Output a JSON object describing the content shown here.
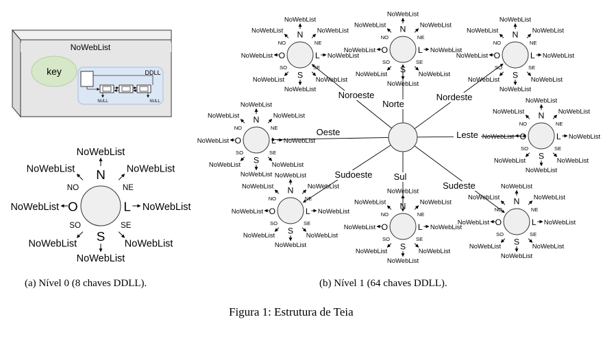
{
  "legend": {
    "title": "NoWebList",
    "key_label": "key",
    "ddll_label": "DDLL",
    "null_left": "NULL",
    "null_right": "NULL"
  },
  "node_labels": {
    "list": "NoWebList",
    "n": "N",
    "s": "S",
    "o": "O",
    "l": "L",
    "no": "NO",
    "ne": "NE",
    "so": "SO",
    "se": "SE"
  },
  "hub_labels": {
    "noroeste": "Noroeste",
    "norte": "Norte",
    "nordeste": "Nordeste",
    "oeste": "Oeste",
    "leste": "Leste",
    "sudoeste": "Sudoeste",
    "sul": "Sul",
    "sudeste": "Sudeste"
  },
  "subcaption_a": "(a) Nível 0 (8 chaves DDLL).",
  "subcaption_b": "(b) Nível 1 (64 chaves DDLL).",
  "figure_caption": "Figura 1: Estrutura de Teia",
  "colors": {
    "node_fill": "#efefef",
    "key_fill": "#d6e8c8",
    "ddll_fill": "#dbe7f5",
    "box_fill": "#e6e6e6"
  }
}
